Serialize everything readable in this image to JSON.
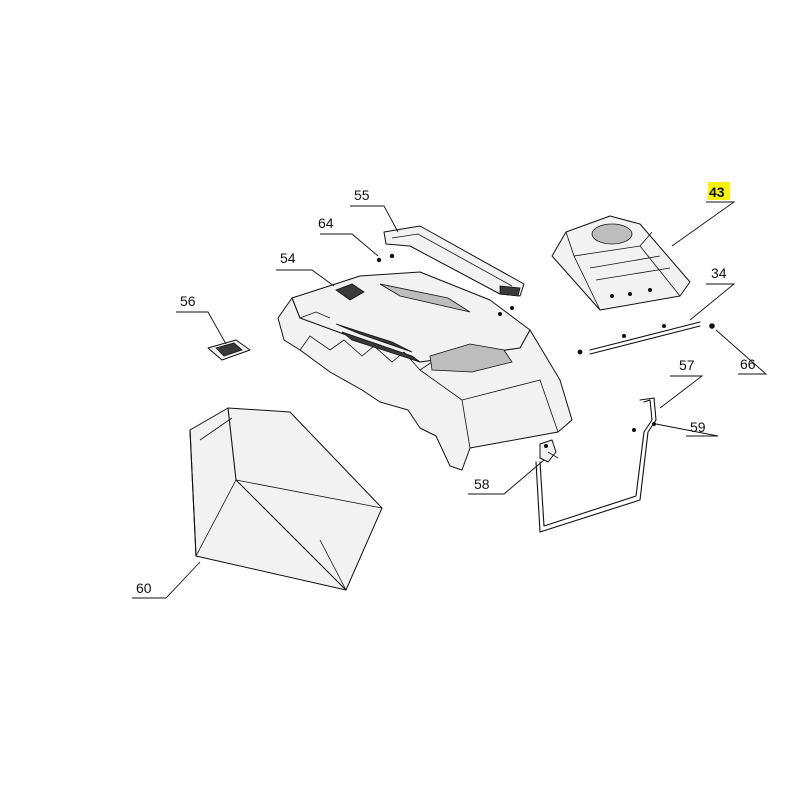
{
  "colors": {
    "background": "#ffffff",
    "line": "#111111",
    "highlight": "#f7f400"
  },
  "labels": {
    "p43": "43",
    "p34": "34",
    "p54": "54",
    "p55": "55",
    "p56": "56",
    "p57": "57",
    "p58": "58",
    "p59": "59",
    "p60": "60",
    "p64": "64",
    "p66": "66"
  }
}
